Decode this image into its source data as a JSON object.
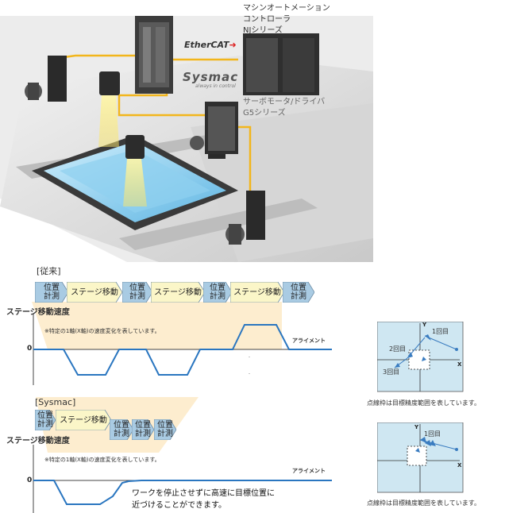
{
  "top": {
    "controller_label": "マシンオートメーション\nコントローラ\nNJシリーズ",
    "ethercat": "EtherCAT",
    "sysmac": "Sysmac",
    "sysmac_tag": "always in control",
    "servo_label": "サーボモータ/ドライバ\nG5シリーズ"
  },
  "conventional": {
    "title": "[従来]",
    "steps": [
      "位置\n計測",
      "ステージ移動",
      "位置\n計測",
      "ステージ移動",
      "位置\n計測",
      "ステージ移動",
      "位置\n計測"
    ],
    "ylabel": "ステージ移動速度",
    "note": "※特定の1軸(X軸)の速度変化を表しています。",
    "zero": "0",
    "xlabel": "アライメント"
  },
  "sysmac_section": {
    "title": "[Sysmac]",
    "steps": [
      "位置\n計測",
      "ステージ移動",
      "位置\n計測",
      "位置\n計測",
      "位置\n計測"
    ],
    "ylabel": "ステージ移動速度",
    "note": "※特定の1軸(X軸)の速度変化を表しています。",
    "zero": "0",
    "xlabel": "アライメント",
    "callout": "ワークを停止させずに高速に目標位置に\n近づけることができます。"
  },
  "plot1": {
    "y": "Y",
    "x": "X",
    "labels": [
      "1回目",
      "2回目",
      "3回目"
    ],
    "caption": "点線枠は目標精度範囲を表しています。"
  },
  "plot2": {
    "y": "Y",
    "x": "X",
    "labels": [
      "1回目"
    ],
    "caption": "点線枠は目標精度範囲を表しています。"
  },
  "colors": {
    "step_measure": "#a9cbe3",
    "step_move": "#fbf6c8",
    "curve": "#2a76c0",
    "plot_bg": "#cfe7f2",
    "fan": "#fde9c3"
  }
}
